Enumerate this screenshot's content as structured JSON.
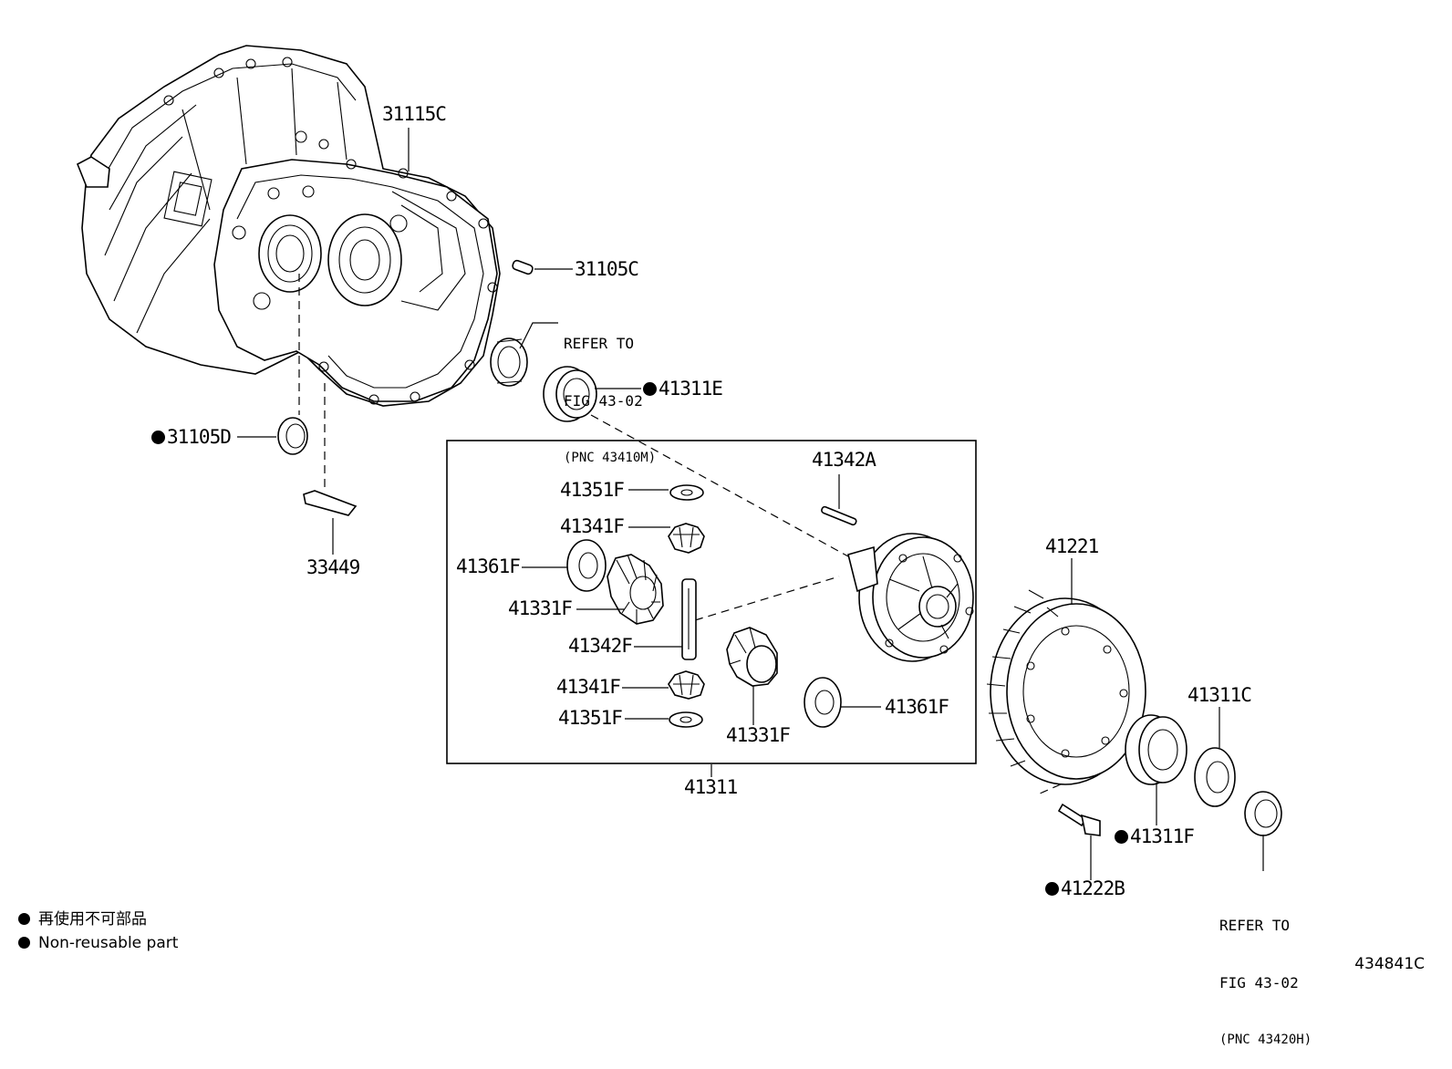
{
  "figure_id": "434841C",
  "legend": {
    "jp": "再使用不可部品",
    "en": "Non-reusable part"
  },
  "references": {
    "top": {
      "line1": "REFER TO",
      "line2": "FIG 43-02",
      "line3": "(PNC 43410M)"
    },
    "bottom": {
      "line1": "REFER TO",
      "line2": "FIG 43-02",
      "line3": "(PNC 43420H)"
    }
  },
  "parts": {
    "p31115C": {
      "label": "31115C",
      "non_reusable": false
    },
    "p31105C": {
      "label": "31105C",
      "non_reusable": false
    },
    "p41311E": {
      "label": "41311E",
      "non_reusable": true
    },
    "p31105D": {
      "label": "31105D",
      "non_reusable": true
    },
    "p33449": {
      "label": "33449",
      "non_reusable": false
    },
    "p41342A": {
      "label": "41342A",
      "non_reusable": false
    },
    "p41351F_top": {
      "label": "41351F",
      "non_reusable": false
    },
    "p41341F_top": {
      "label": "41341F",
      "non_reusable": false
    },
    "p41361F_left": {
      "label": "41361F",
      "non_reusable": false
    },
    "p41331F_left": {
      "label": "41331F",
      "non_reusable": false
    },
    "p41342F": {
      "label": "41342F",
      "non_reusable": false
    },
    "p41341F_bot": {
      "label": "41341F",
      "non_reusable": false
    },
    "p41351F_bot": {
      "label": "41351F",
      "non_reusable": false
    },
    "p41331F_bot": {
      "label": "41331F",
      "non_reusable": false
    },
    "p41361F_right": {
      "label": "41361F",
      "non_reusable": false
    },
    "p41311": {
      "label": "41311",
      "non_reusable": false
    },
    "p41221": {
      "label": "41221",
      "non_reusable": false
    },
    "p41311C": {
      "label": "41311C",
      "non_reusable": false
    },
    "p41311F": {
      "label": "41311F",
      "non_reusable": true
    },
    "p41222B": {
      "label": "41222B",
      "non_reusable": true
    }
  }
}
